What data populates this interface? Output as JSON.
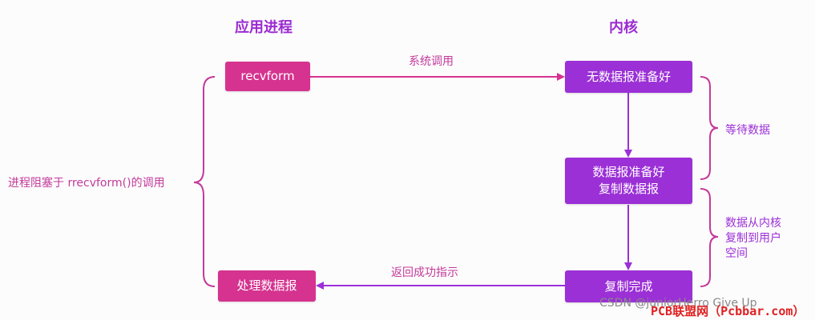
{
  "headings": {
    "app_process": "应用进程",
    "kernel": "内核"
  },
  "app_boxes": {
    "recvform": "recvform",
    "process_data": "处理数据报"
  },
  "kernel_boxes": {
    "no_data": "无数据报准备好",
    "data_ready_line1": "数据报准备好",
    "data_ready_line2": "复制数据报",
    "copy_done": "复制完成"
  },
  "arrow_labels": {
    "syscall": "系统调用",
    "return_success": "返回成功指示"
  },
  "brace_labels": {
    "blocked": "进程阻塞于 rrecvform()的调用",
    "wait_data": "等待数据",
    "copy_line1": "数据从内核",
    "copy_line2": "复制到用户",
    "copy_line3": "空间"
  },
  "watermarks": {
    "csdn": "CSDN @juniorHerro Give Up",
    "pcb": "PCB联盟网（Pcbbar.com）"
  },
  "colors": {
    "app_box": "#d5338f",
    "kernel_box": "#9b30d6",
    "heading": "#9b2bd1",
    "label_pink": "#c23a9a"
  }
}
